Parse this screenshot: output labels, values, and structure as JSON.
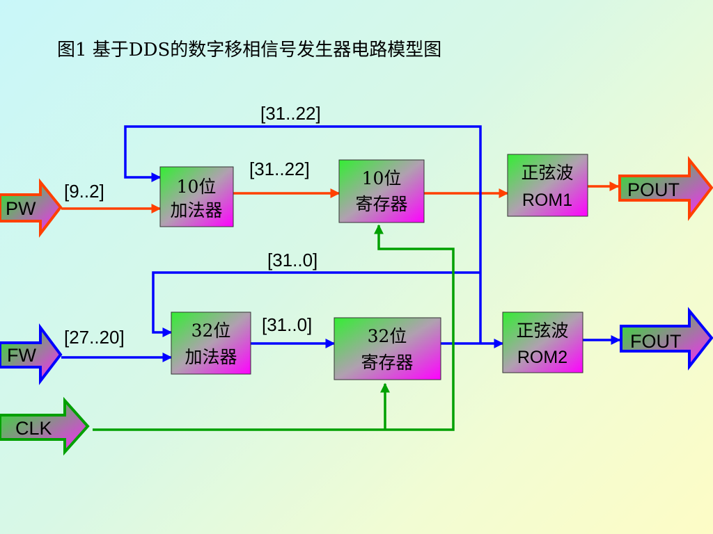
{
  "title": "图1  基于DDS的数字移相信号发生器电路模型图",
  "blocks": {
    "add10": {
      "line1": "10位",
      "line2": "加法器"
    },
    "reg10": {
      "line1": "10位",
      "line2": "寄存器"
    },
    "rom1": {
      "line1": "正弦波",
      "line2": "ROM1"
    },
    "add32": {
      "line1": "32位",
      "line2": "加法器"
    },
    "reg32": {
      "line1": "32位",
      "line2": "寄存器"
    },
    "rom2": {
      "line1": "正弦波",
      "line2": "ROM2"
    }
  },
  "ports": {
    "pw": "PW",
    "fw": "FW",
    "clk": "CLK",
    "pout": "POUT",
    "fout": "FOUT"
  },
  "bus_labels": {
    "top_feedback": "[31..22]",
    "add10_to_reg10": "[31..22]",
    "pw_in": "[9..2]",
    "mid_feedback": "[31..0]",
    "add32_to_reg32": "[31..0]",
    "fw_in": "[27..20]"
  },
  "colors": {
    "phase_path": "#ff4000",
    "freq_path": "#0000ff",
    "clock_path": "#00a000",
    "box_green": "#33ee33",
    "box_magenta": "#ff00ff"
  }
}
